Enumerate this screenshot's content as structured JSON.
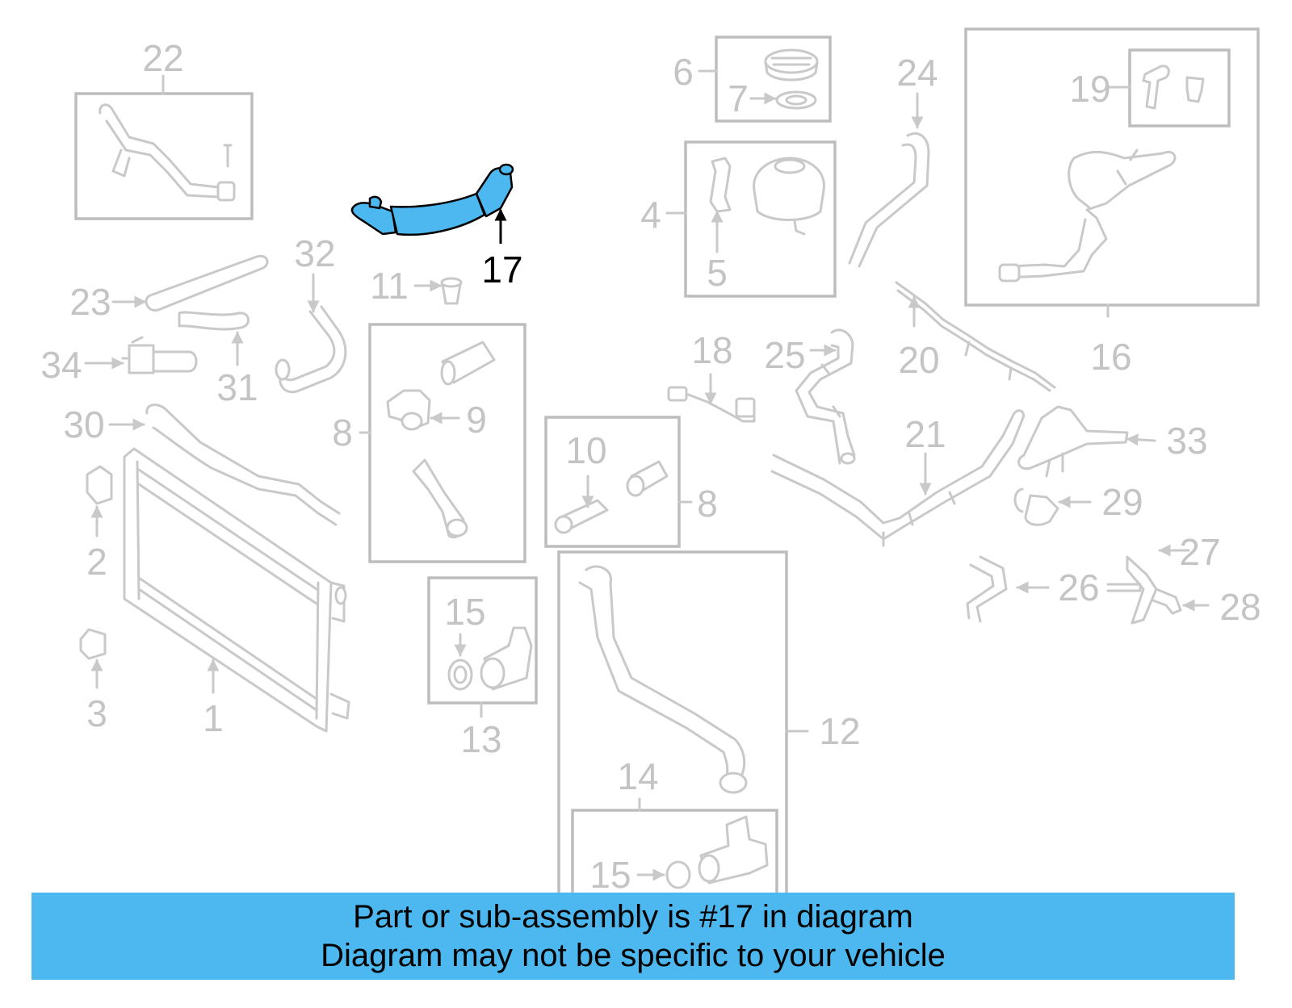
{
  "colors": {
    "faded": "#c9c9c9",
    "label_faded": "#c4c4c4",
    "highlight_fill": "#4db8ef",
    "highlight_stroke": "#000000",
    "highlight_label": "#000000",
    "banner_bg": "#4db8ef",
    "banner_text": "#000000"
  },
  "diagram": {
    "highlighted_part": "17",
    "callouts": {
      "c1": "1",
      "c2": "2",
      "c3": "3",
      "c4": "4",
      "c5": "5",
      "c6": "6",
      "c7": "7",
      "c8a": "8",
      "c8b": "8",
      "c9": "9",
      "c10": "10",
      "c11": "11",
      "c12": "12",
      "c13": "13",
      "c14": "14",
      "c15a": "15",
      "c15b": "15",
      "c16": "16",
      "c17": "17",
      "c18": "18",
      "c19": "19",
      "c20": "20",
      "c21": "21",
      "c22": "22",
      "c23": "23",
      "c24": "24",
      "c25": "25",
      "c26": "26",
      "c27": "27",
      "c28": "28",
      "c29": "29",
      "c30": "30",
      "c31": "31",
      "c32": "32",
      "c33": "33",
      "c34": "34"
    }
  },
  "banner": {
    "line1": "Part or sub-assembly is #17 in diagram",
    "line2": "Diagram may not be specific to your vehicle"
  }
}
